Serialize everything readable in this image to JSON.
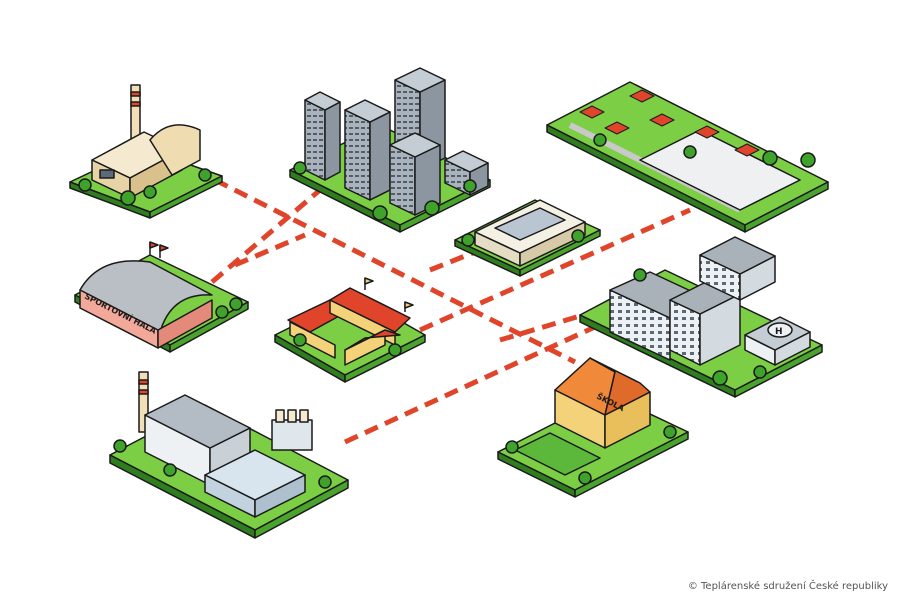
{
  "labels": {
    "sports_hall_sign": "SPORTOVNÍ HALA",
    "school_sign": "ŠKOLA",
    "helipad_mark": "H"
  },
  "copyright": "© Teplárenské sdružení České republiky",
  "colors": {
    "pipe": "#e0452b",
    "grass": "#7ccf45",
    "ground_edge": "#2f7d1e",
    "outline": "#1a1a1a",
    "building_gray": "#9aa3ad",
    "window": "#5b6a78",
    "roof_red": "#e0452b",
    "roof_orange": "#f08a3a",
    "wall_cream": "#f1dfb8",
    "wall_yellow": "#f3d27a",
    "hall_pink": "#f3a99a",
    "tree": "#3fa22b"
  },
  "icons": [
    "power-plant-icon",
    "high-rise-district-icon",
    "suburban-houses-icon",
    "sports-hall-icon",
    "shopping-center-icon",
    "historic-mansion-icon",
    "industrial-factory-icon",
    "hospital-icon",
    "school-icon"
  ]
}
